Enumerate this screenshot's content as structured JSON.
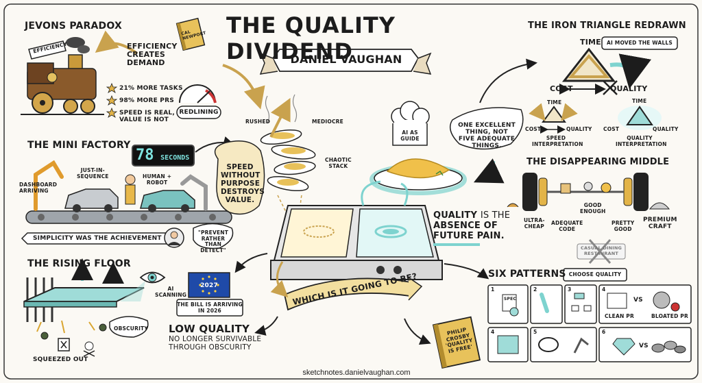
{
  "title": "THE QUALITY DIVIDEND",
  "author": "DANIEL VAUGHAN",
  "footer": "sketchnotes.danielvaughan.com",
  "colors": {
    "teal": "#7ed3cf",
    "gold": "#e4c16e",
    "ink": "#1c1c1c",
    "paper": "#fbf9f4",
    "red": "#cc3333",
    "blue": "#1f4aa8"
  },
  "jevons": {
    "heading": "JEVONS PARADOX",
    "efficiency": "EFFICIENCY",
    "efficiency_creates": "EFFICIENCY",
    "creates": "CREATES",
    "demand": "DEMAND",
    "book_line1": "CAL",
    "book_line2": "NEWPORT",
    "stat1": "21% MORE TASKS",
    "stat2": "98% MORE PRs",
    "stat3": "SPEED IS REAL,",
    "stat3b": "VALUE IS NOT",
    "redlining": "REDLINING"
  },
  "mini_factory": {
    "heading": "THE MINI FACTORY",
    "timer_number": "78",
    "timer_unit": "SECONDS",
    "just_in": "JUST-IN-",
    "sequence": "SEQUENCE",
    "dashboard": "DASHBOARD",
    "arriving": "ARRIVING",
    "human": "HUMAN +",
    "robot": "ROBOT",
    "banner": "SIMPLICITY WAS THE ACHIEVEMENT",
    "quote1": "\"PREVENT",
    "quote2": "RATHER THAN",
    "quote3": "DETECT\""
  },
  "center": {
    "rushed": "RUSHED",
    "mediocre": "MEDIOCRE",
    "chaotic1": "CHAOTIC",
    "chaotic2": "STACK",
    "speed1": "SPEED",
    "speed2": "WITHOUT",
    "speed3": "PURPOSE",
    "speed4": "DESTROYS",
    "speed5": "VALUE.",
    "chef1": "AI AS",
    "chef2": "GUIDE",
    "excellent1": "ONE EXCELLENT",
    "excellent2": "THING, NOT",
    "excellent3": "FIVE ADEQUATE",
    "excellent4": "THINGS.",
    "quality_word": "QUALITY",
    "is_the": "IS THE",
    "absence": "ABSENCE OF",
    "pain": "FUTURE PAIN.",
    "question": "WHICH IS IT GOING TO BE?"
  },
  "iron": {
    "heading": "THE IRON TRIANGLE REDRAWN",
    "time": "TIME",
    "cost": "COST",
    "quality": "QUALITY",
    "ai_note": "AI MOVED THE WALLS",
    "left_time": "TIME",
    "left_cost": "COST",
    "left_quality": "QUALITY",
    "left_caption1": "SPEED",
    "left_caption2": "INTERPRETATION",
    "right_time": "TIME",
    "right_cost": "COST",
    "right_quality": "QUALITY",
    "right_caption1": "QUALITY",
    "right_caption2": "INTERPRETATION"
  },
  "middle": {
    "heading": "THE DISAPPEARING MIDDLE",
    "ultra1": "ULTRA-",
    "ultra2": "CHEAP",
    "adequate1": "ADEQUATE",
    "adequate2": "CODE",
    "good1": "GOOD",
    "good2": "ENOUGH",
    "pretty1": "PRETTY",
    "pretty2": "GOOD",
    "premium1": "PREMIUM",
    "premium2": "CRAFT",
    "casual1": "CASUAL DINING",
    "casual2": "RESTAURANT"
  },
  "rising": {
    "heading": "THE RISING FLOOR",
    "ai": "AI",
    "scanning": "SCANNING",
    "obscurity": "OBSCURITY",
    "squeezed": "SQUEEZED OUT",
    "year": "2027",
    "bill1": "THE BILL IS ARRIVING",
    "bill2": "IN 2026",
    "low1": "LOW QUALITY",
    "low2": "NO LONGER SURVIVABLE",
    "low3": "THROUGH OBSCURITY"
  },
  "crosby": {
    "line1": "PHILIP",
    "line2": "CROSBY",
    "line3": "'QUALITY",
    "line4": "IS FREE'"
  },
  "six": {
    "heading": "SIX PATTERNS",
    "choose": "CHOOSE QUALITY",
    "n1": "1",
    "n2": "2",
    "n3": "3",
    "n4": "4",
    "n5": "4",
    "n6": "5",
    "n7": "6",
    "spec": "SPEC",
    "vs1": "VS",
    "clean_pr": "CLEAN PR",
    "bloated_pr": "BLOATED PR",
    "vs2": "VS"
  }
}
